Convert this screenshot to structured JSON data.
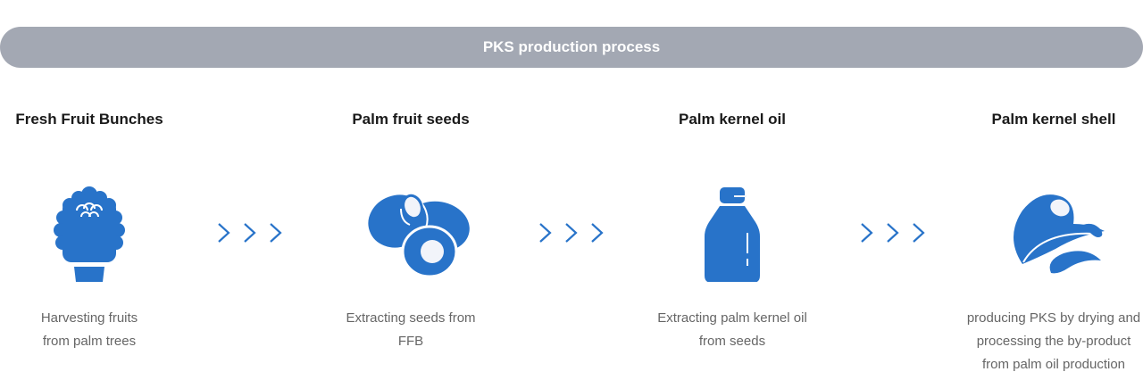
{
  "banner": {
    "title": "PKS production process"
  },
  "accent": "#2873c9",
  "steps": [
    {
      "title": "Fresh Fruit Bunches",
      "icon": "fruit-bunch-icon",
      "desc": [
        "Harvesting fruits",
        "from palm trees"
      ]
    },
    {
      "title": "Palm fruit seeds",
      "icon": "seeds-icon",
      "desc": [
        "Extracting seeds from",
        "FFB"
      ]
    },
    {
      "title": "Palm kernel oil",
      "icon": "oil-bottle-icon",
      "desc": [
        "Extracting palm kernel oil",
        "from seeds"
      ]
    },
    {
      "title": "Palm kernel shell",
      "icon": "kernel-shell-icon",
      "desc": [
        "producing PKS by drying and",
        "processing the by-product",
        "from palm oil production"
      ]
    }
  ]
}
